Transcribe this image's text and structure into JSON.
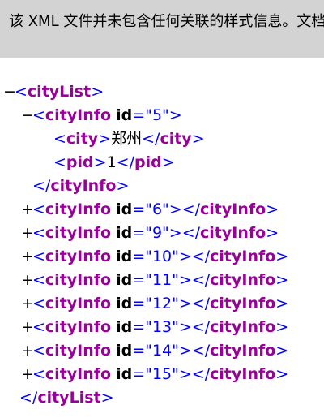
{
  "banner": {
    "text": "该 XML 文件并未包含任何关联的样式信息。文档树显示如下。"
  },
  "xml": {
    "root_tag": "cityList",
    "expanded": {
      "tag": "cityInfo",
      "attr_name": "id",
      "attr_value": "5",
      "children": [
        {
          "tag": "city",
          "text": "郑州"
        },
        {
          "tag": "pid",
          "text": "1"
        }
      ]
    },
    "collapsed": [
      {
        "tag": "cityInfo",
        "attr_name": "id",
        "attr_value": "6"
      },
      {
        "tag": "cityInfo",
        "attr_name": "id",
        "attr_value": "9"
      },
      {
        "tag": "cityInfo",
        "attr_name": "id",
        "attr_value": "10"
      },
      {
        "tag": "cityInfo",
        "attr_name": "id",
        "attr_value": "11"
      },
      {
        "tag": "cityInfo",
        "attr_name": "id",
        "attr_value": "12"
      },
      {
        "tag": "cityInfo",
        "attr_name": "id",
        "attr_value": "13"
      },
      {
        "tag": "cityInfo",
        "attr_name": "id",
        "attr_value": "14"
      },
      {
        "tag": "cityInfo",
        "attr_name": "id",
        "attr_value": "15"
      }
    ],
    "toggle_expanded": "−",
    "toggle_collapsed": "+"
  },
  "colors": {
    "banner_bg": "#d3d3d3",
    "tag": "#990099",
    "punctuation": "#0000ff",
    "attr_value": "#0000ff"
  }
}
